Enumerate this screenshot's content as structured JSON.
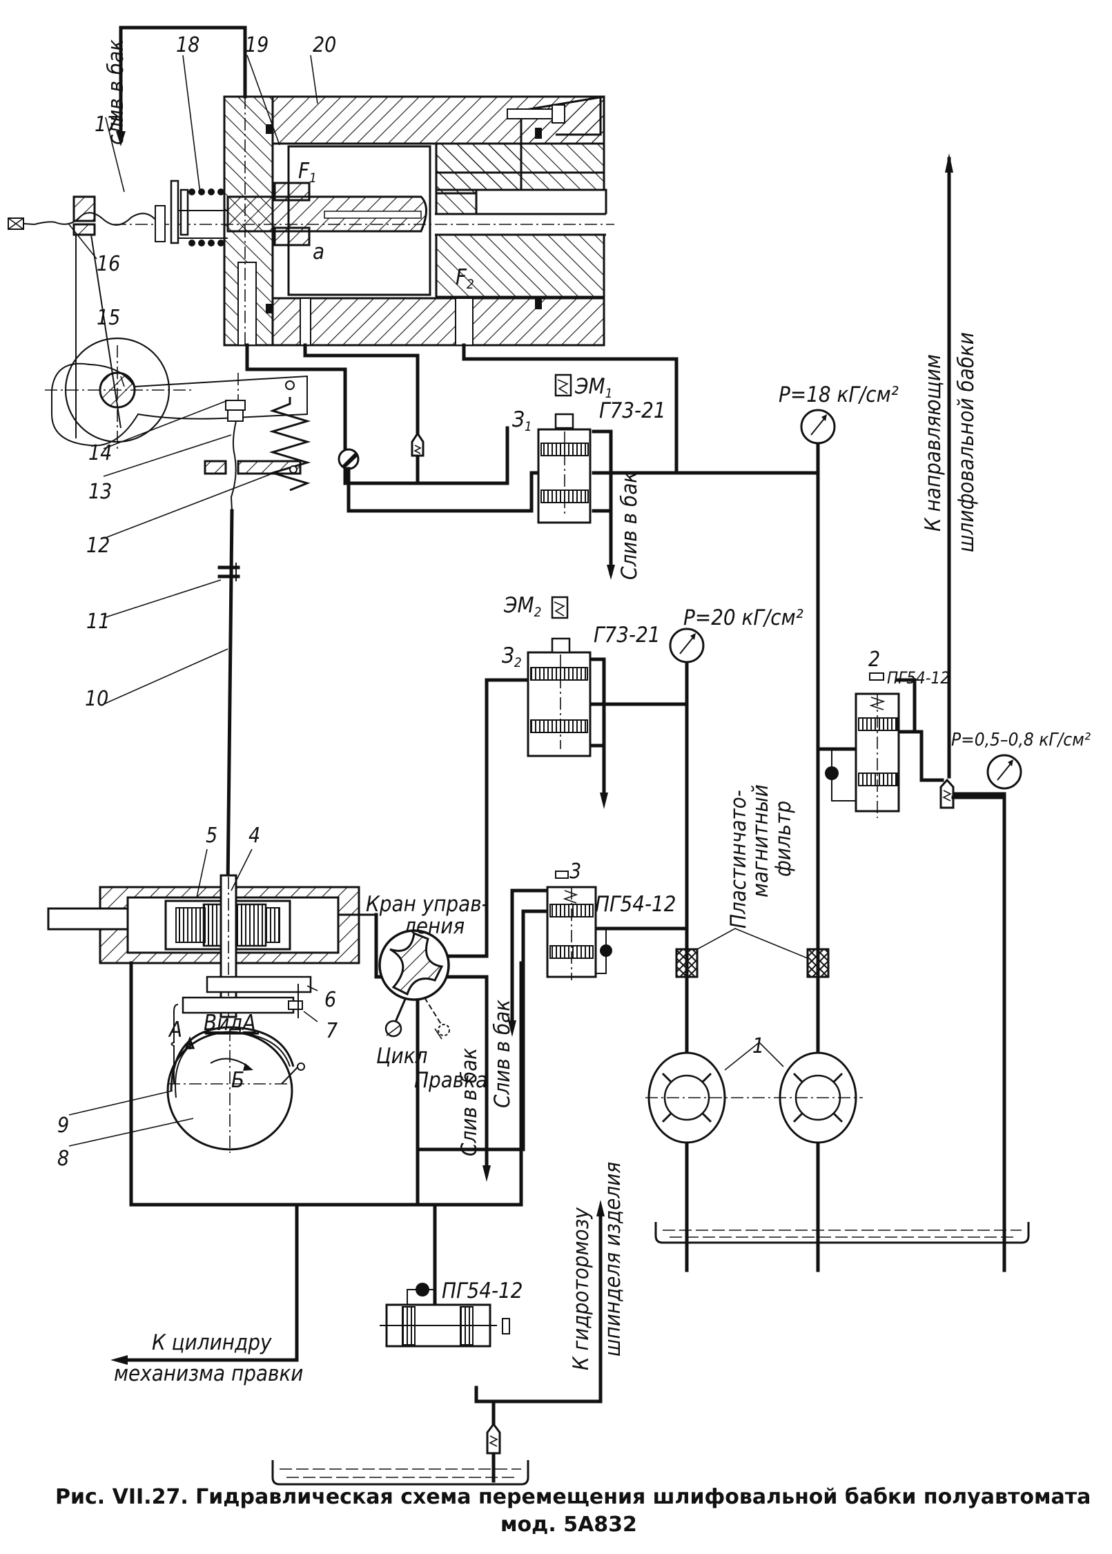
{
  "figure": {
    "caption_line1": "Рис.  VII.27.  Гидравлическая  схема  перемещения  шлифовальной  бабки  полуавтомата",
    "caption_line2": "мод.  5А832"
  },
  "part_numbers": {
    "p1": "1",
    "p2": "2",
    "p3": "3",
    "p4": "4",
    "p5": "5",
    "p6": "6",
    "p7": "7",
    "p8": "8",
    "p9": "9",
    "p10": "10",
    "p11": "11",
    "p12": "12",
    "p13": "13",
    "p14": "14",
    "p15": "15",
    "p16": "16",
    "p17": "17",
    "p18": "18",
    "p19": "19",
    "p20": "20"
  },
  "cylinder": {
    "area1": "F",
    "area1_sub": "1",
    "area2": "F",
    "area2_sub": "2",
    "point_a": "a"
  },
  "valves": {
    "z1_label": "З",
    "z1_sub": "1",
    "z2_label": "З",
    "z2_sub": "2",
    "em1_label": "ЭМ",
    "em1_sub": "1",
    "em2_label": "ЭМ",
    "em2_sub": "2",
    "z1_model": "Г73-21",
    "z2_model": "Г73-21",
    "relief2_model": "ПГ54-12",
    "relief3_model": "ПГ54-12",
    "relief_bottom_model": "ПГ54-12"
  },
  "gauges": {
    "p18": "Р=18 кГ/см²",
    "p20": "Р=20 кГ/см²",
    "p_low": "Р=0,5–0,8 кГ/см²"
  },
  "flow_labels": {
    "drain_top": "слив в бак",
    "drain_z1": "Слив в бак",
    "drain_tap_1": "Слив в бак",
    "drain_tap_2": "Слив в бак",
    "to_guides_line1": "К направляющим",
    "to_guides_line2": "шлифовальной бабки",
    "to_brake_line1": "К гидротормозу",
    "to_brake_line2": "шпинделя изделия",
    "to_cylinder_line1": "К цилиндру",
    "to_cylinder_line2": "механизма правки"
  },
  "components": {
    "control_tap_line1": "Кран управ-",
    "control_tap_line2": "ления",
    "mode_cycle": "Цикл",
    "mode_dressing": "Правка",
    "view_a": "ВидА",
    "arrow_a": "А",
    "mark_b": "Б",
    "filter_line1": "Пластинчато-",
    "filter_line2": "магнитный",
    "filter_line3": "фильтр"
  }
}
